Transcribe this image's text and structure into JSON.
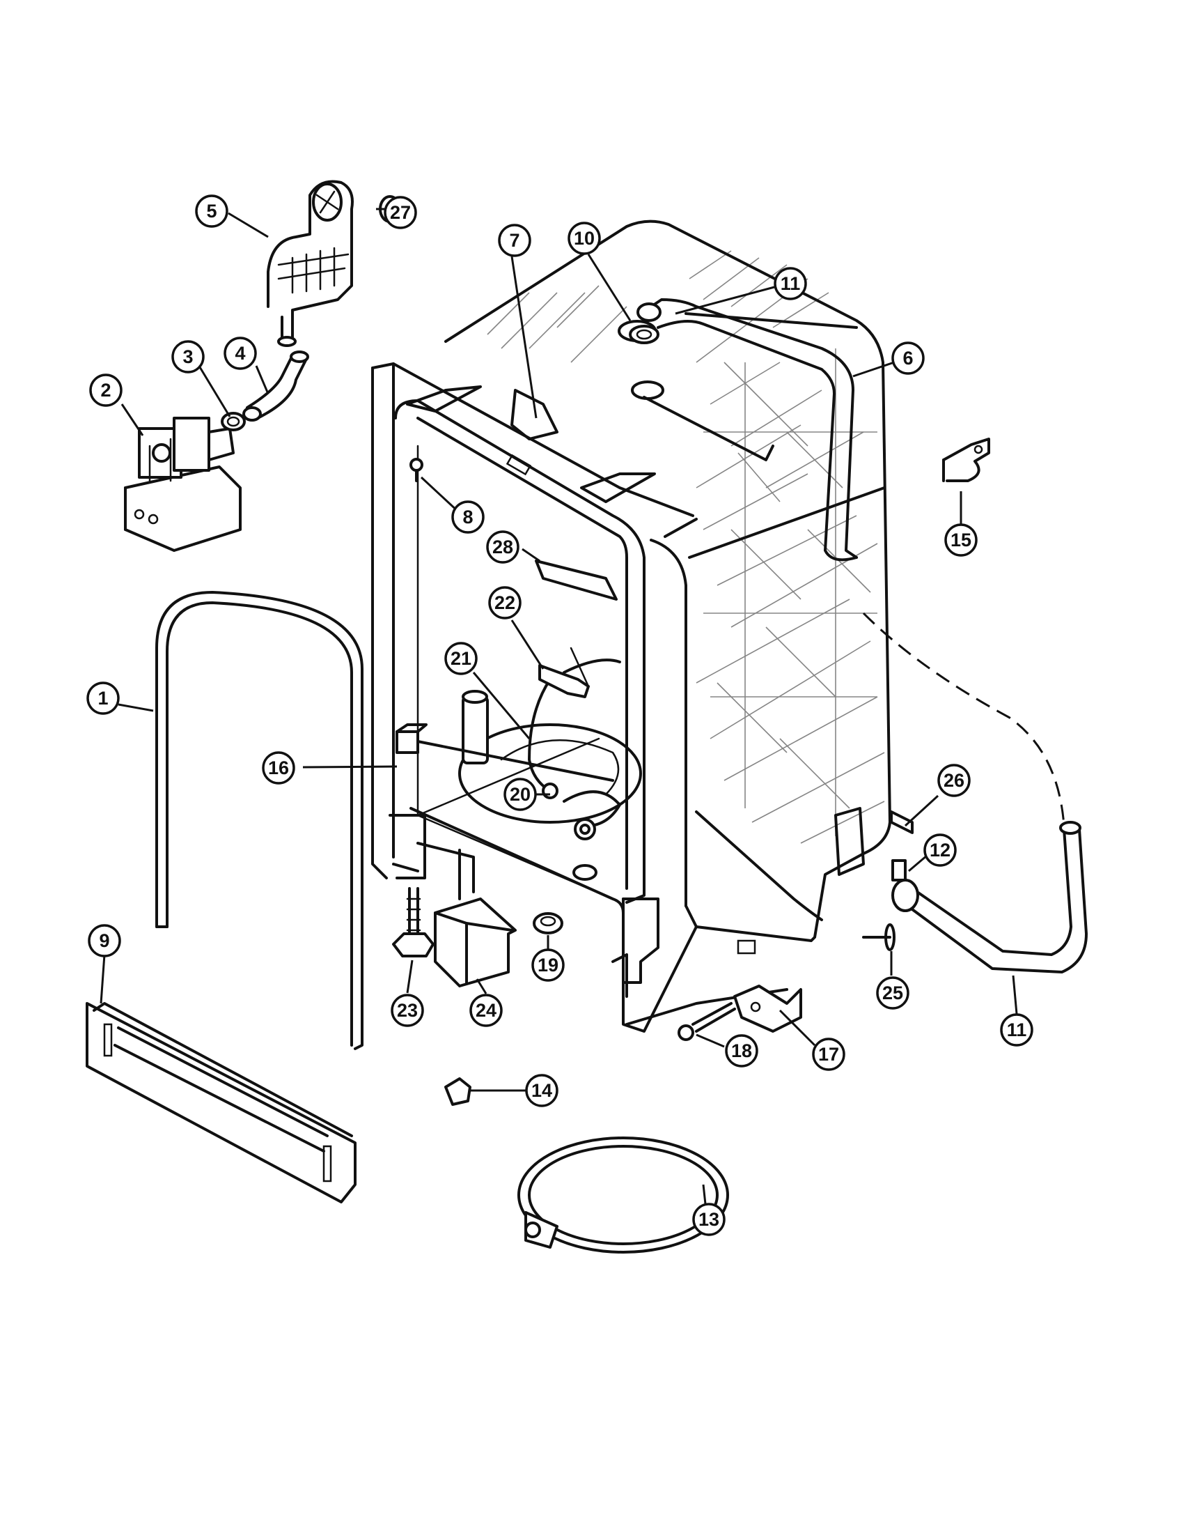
{
  "callouts": [
    {
      "id": "1",
      "label": "1"
    },
    {
      "id": "2",
      "label": "2"
    },
    {
      "id": "3",
      "label": "3"
    },
    {
      "id": "4",
      "label": "4"
    },
    {
      "id": "5",
      "label": "5"
    },
    {
      "id": "6",
      "label": "6"
    },
    {
      "id": "7",
      "label": "7"
    },
    {
      "id": "8",
      "label": "8"
    },
    {
      "id": "9",
      "label": "9"
    },
    {
      "id": "10",
      "label": "10"
    },
    {
      "id": "11a",
      "label": "11"
    },
    {
      "id": "11b",
      "label": "11"
    },
    {
      "id": "12",
      "label": "12"
    },
    {
      "id": "13",
      "label": "13"
    },
    {
      "id": "14",
      "label": "14"
    },
    {
      "id": "15",
      "label": "15"
    },
    {
      "id": "16",
      "label": "16"
    },
    {
      "id": "17",
      "label": "17"
    },
    {
      "id": "18",
      "label": "18"
    },
    {
      "id": "19",
      "label": "19"
    },
    {
      "id": "20",
      "label": "20"
    },
    {
      "id": "21",
      "label": "21"
    },
    {
      "id": "22",
      "label": "22"
    },
    {
      "id": "23",
      "label": "23"
    },
    {
      "id": "24",
      "label": "24"
    },
    {
      "id": "25",
      "label": "25"
    },
    {
      "id": "26",
      "label": "26"
    },
    {
      "id": "27",
      "label": "27"
    },
    {
      "id": "28",
      "label": "28"
    }
  ]
}
